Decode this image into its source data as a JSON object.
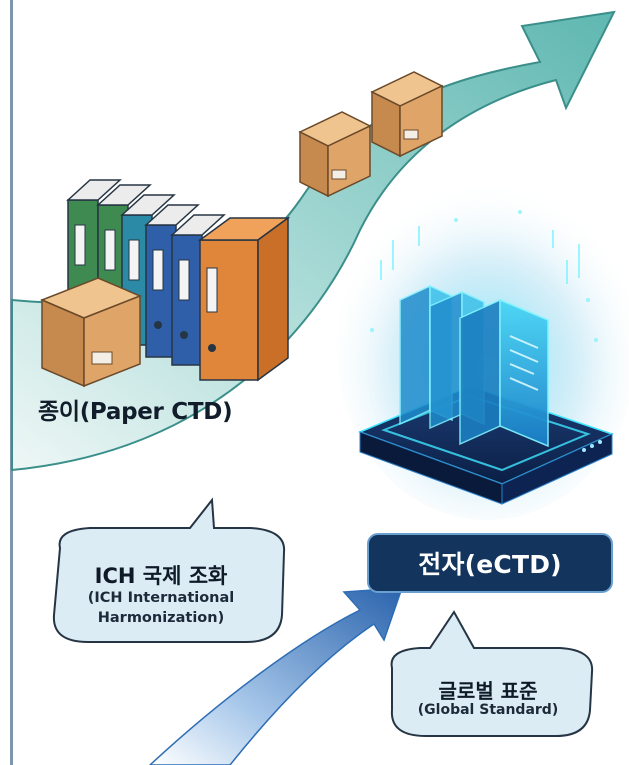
{
  "labels": {
    "paper": "종이(Paper CTD)",
    "ich_title": "ICH 국제 조화",
    "ich_sub_line1": "(ICH International",
    "ich_sub_line2": "Harmonization)",
    "ectd": "전자(eCTD)",
    "global_title": "글로벌 표준",
    "global_sub": "(Global Standard)"
  },
  "icons": [
    "paper-binders-icon",
    "cardboard-box-icon",
    "electronic-document-server-icon",
    "growth-arrow-icon"
  ],
  "colors": {
    "arrow_teal": "#7cc4c0",
    "arrow_blue": "#2d6db5",
    "ectd_badge": "#13345c",
    "bubble_fill": "#dcecf5",
    "box_brown": "#d9a36a",
    "glow_cyan": "#3ee6ff"
  }
}
